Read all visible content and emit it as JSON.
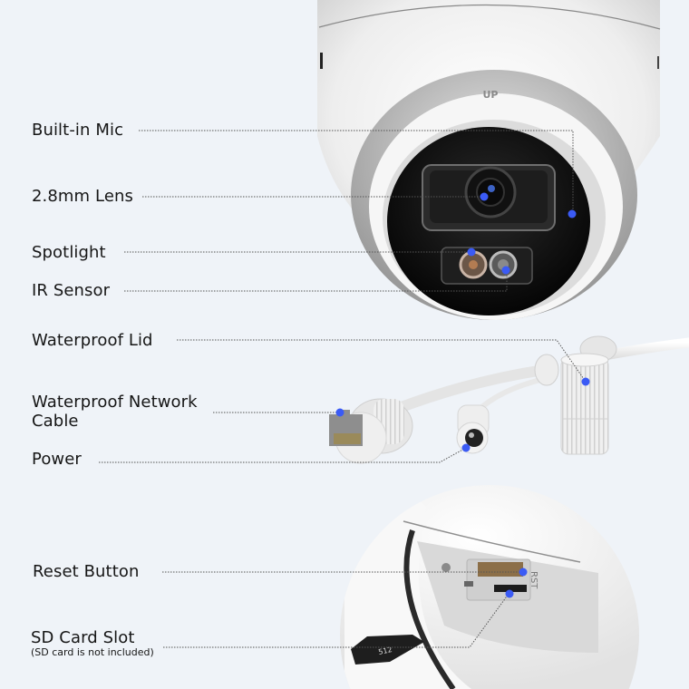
{
  "features": [
    {
      "id": "built-in-mic",
      "label": "Built-in Mic"
    },
    {
      "id": "lens",
      "label": "2.8mm Lens"
    },
    {
      "id": "spotlight",
      "label": "Spotlight"
    },
    {
      "id": "ir-sensor",
      "label": "IR Sensor"
    },
    {
      "id": "waterproof-lid",
      "label": "Waterproof Lid"
    },
    {
      "id": "network-cable",
      "label_line1": "Waterproof Network",
      "label_line2": "Cable"
    },
    {
      "id": "power",
      "label": "Power"
    },
    {
      "id": "reset-button",
      "label": "Reset Button"
    },
    {
      "id": "sd-card-slot",
      "label": "SD Card Slot",
      "note": "(SD card is not included)"
    }
  ],
  "product_marks": {
    "logo": "UP",
    "reset_mark": "RST",
    "sd_card_text": "512"
  },
  "colors": {
    "background": "#eff3f8",
    "pointer_dot": "#3b5bf5",
    "leader_line": "#555555",
    "camera_body": "#f4f4f4",
    "camera_face": "#141414"
  }
}
